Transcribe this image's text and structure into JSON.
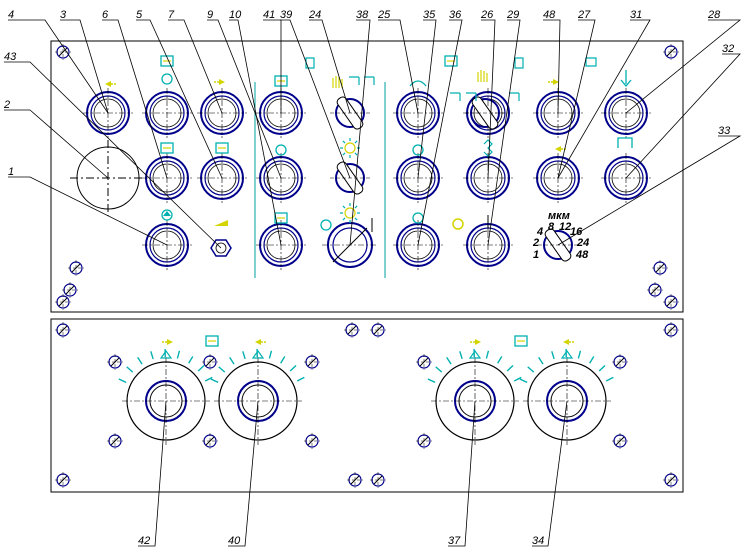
{
  "drawing": {
    "top_callouts": [
      "4",
      "3",
      "6",
      "5",
      "7",
      "9",
      "10",
      "41",
      "39",
      "24",
      "38",
      "25",
      "35",
      "36",
      "26",
      "29",
      "48",
      "27",
      "31",
      "28"
    ],
    "side_callouts": [
      "43",
      "2",
      "1",
      "32",
      "33"
    ],
    "bottom_callouts": [
      "42",
      "40",
      "37",
      "34"
    ],
    "selector_switch": {
      "title": "мкм",
      "positions": [
        "1",
        "2",
        "4",
        "8",
        "12",
        "16",
        "24",
        "48"
      ]
    },
    "colors": {
      "outline": "#000000",
      "buttons": "#00008b",
      "symbols": "#00b0b0",
      "arrows": "#d4d400"
    }
  }
}
